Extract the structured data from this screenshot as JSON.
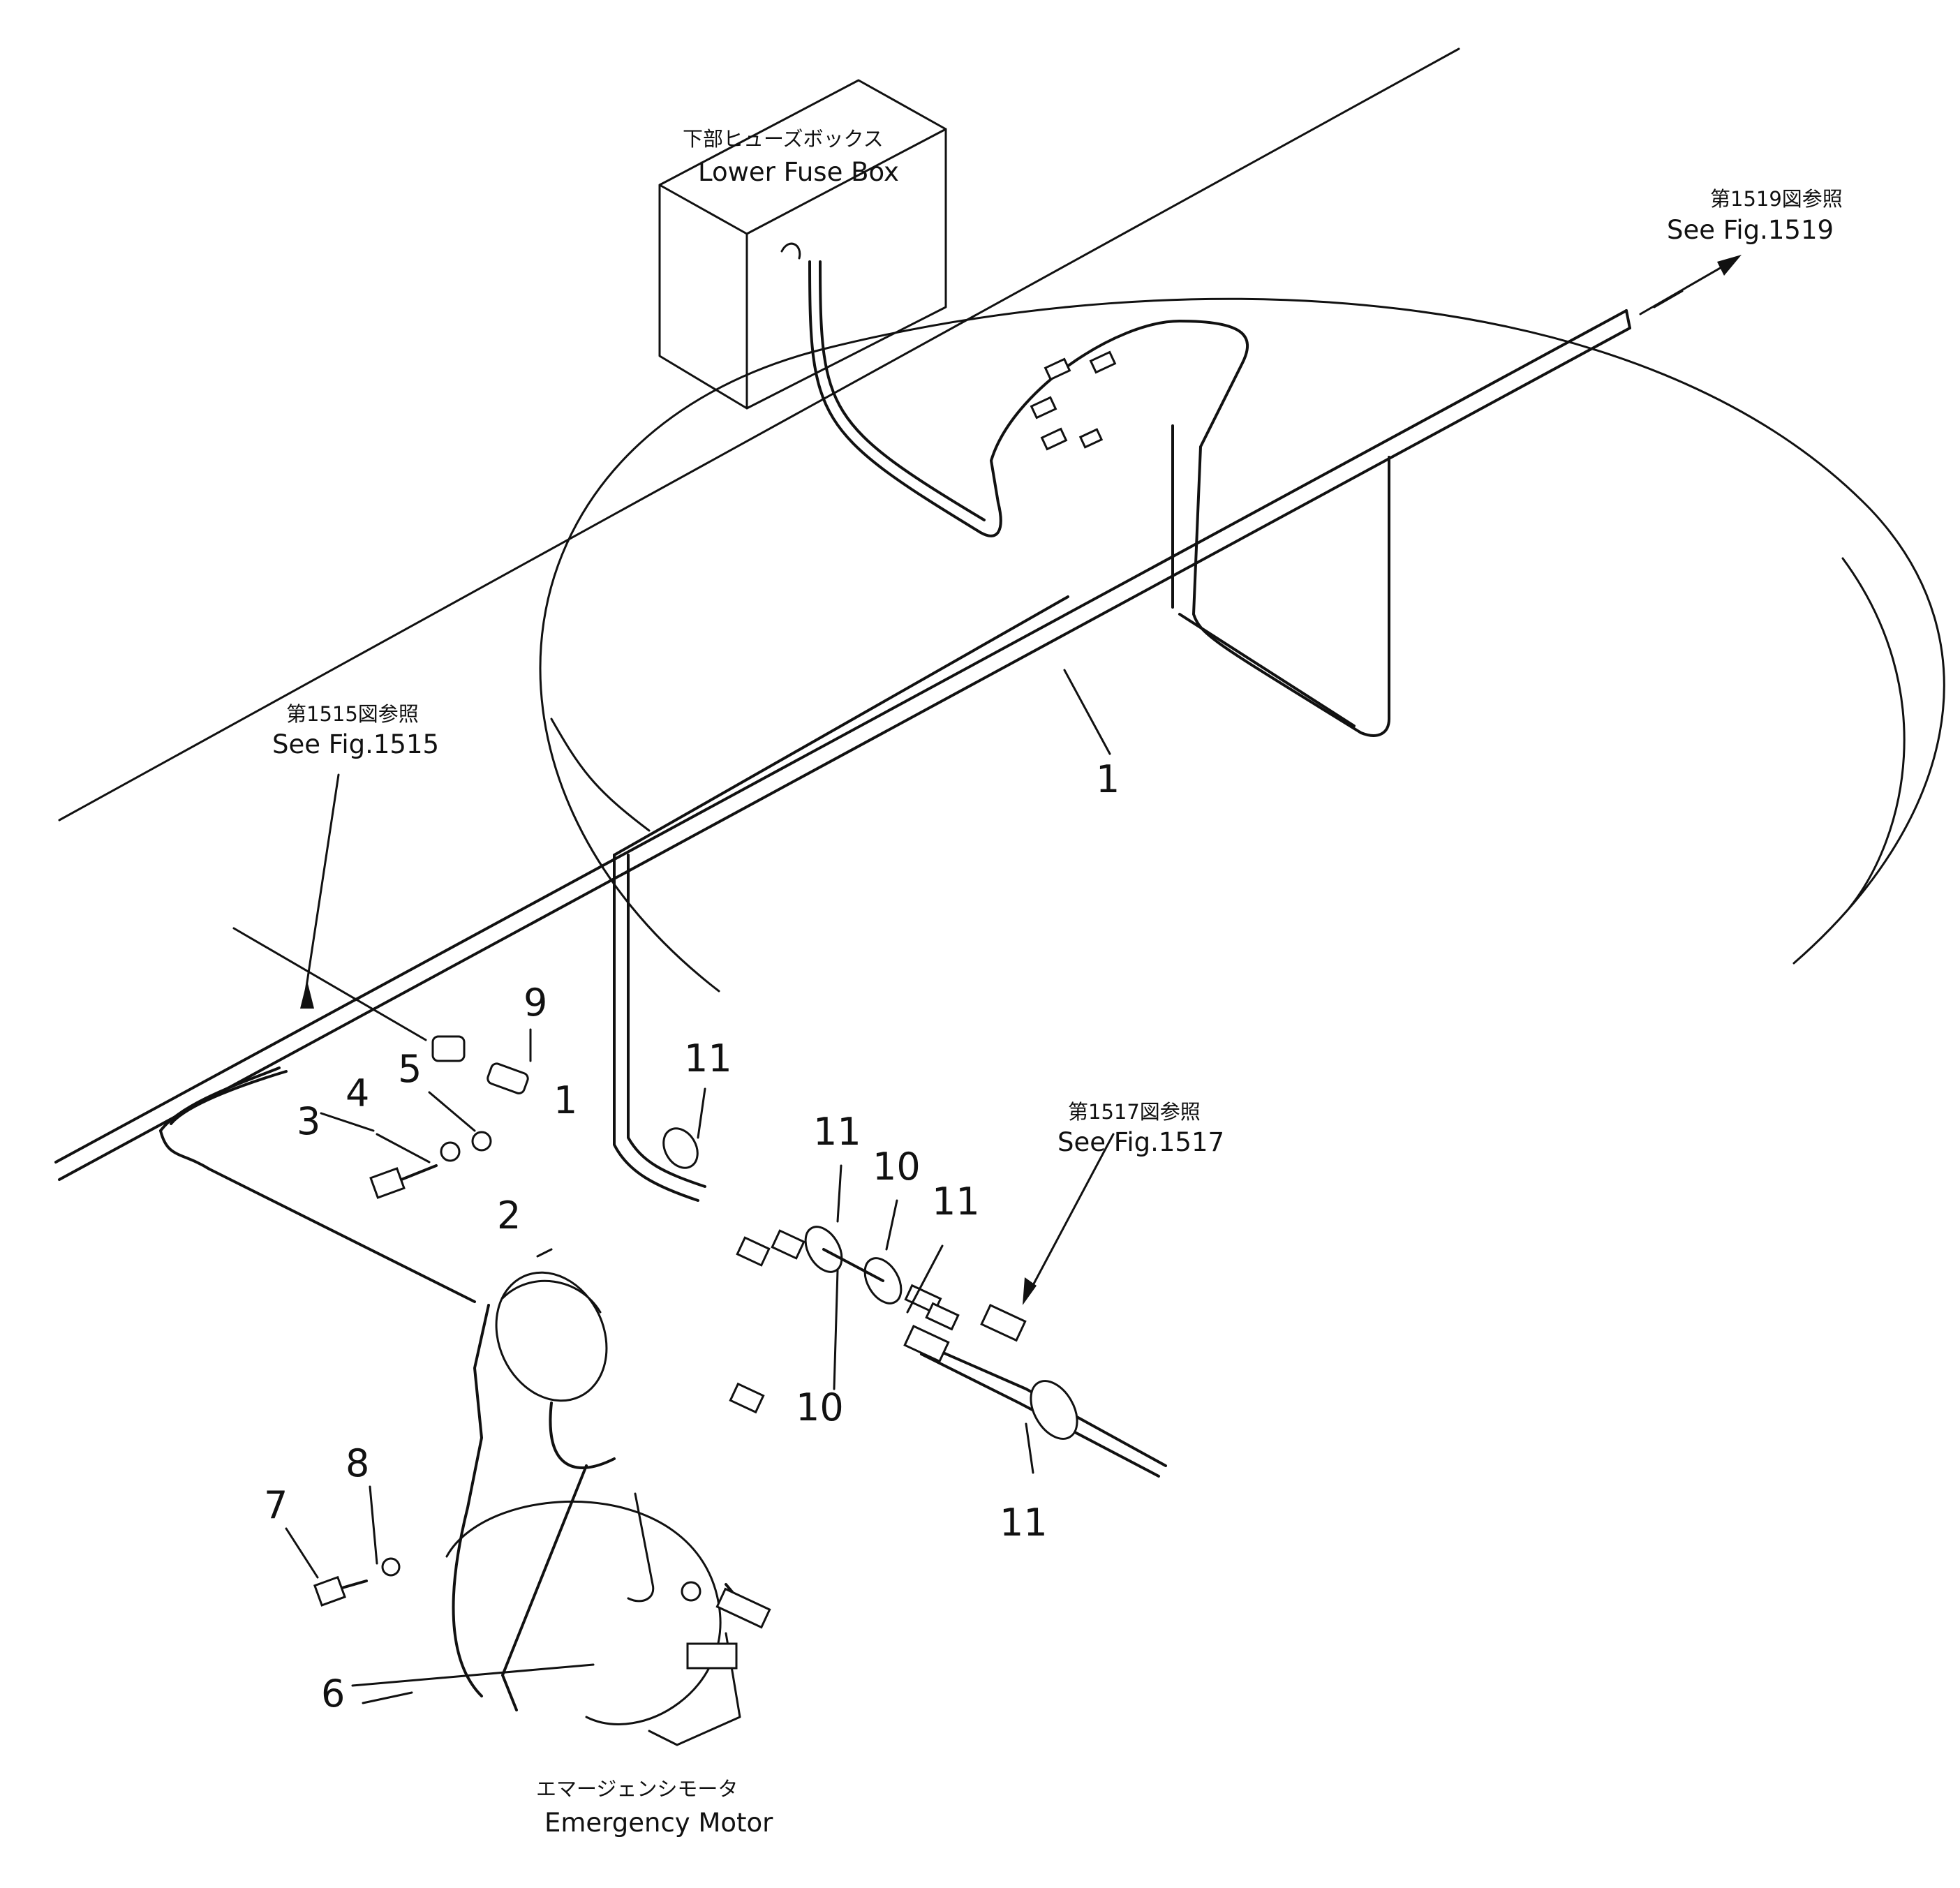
{
  "callouts": {
    "lower_fuse_box": {
      "jp": "下部ヒューズボックス",
      "en": "Lower Fuse Box"
    },
    "fig1519": {
      "jp": "第1519図参照",
      "en": "See Fig.1519"
    },
    "fig1515": {
      "jp": "第1515図参照",
      "en": "See Fig.1515"
    },
    "fig1517": {
      "jp": "第1517図参照",
      "en": "See Fig.1517"
    },
    "emergency_motor": {
      "jp": "エマージェンシモータ",
      "en": "Emergency Motor"
    }
  },
  "parts": {
    "p1_main": "1",
    "p1_small": "1",
    "p2": "2",
    "p3": "3",
    "p4": "4",
    "p5": "5",
    "p6": "6",
    "p7": "7",
    "p8": "8",
    "p9": "9",
    "p10_a": "10",
    "p10_b": "10",
    "p11_a": "11",
    "p11_b": "11",
    "p11_c": "11",
    "p11_d": "11"
  }
}
